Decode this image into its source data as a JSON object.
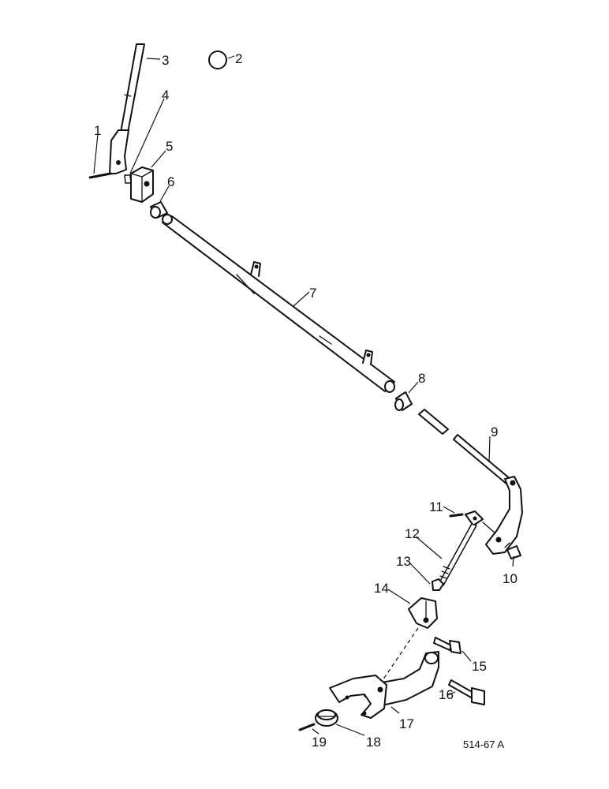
{
  "reference_code": "514-67 A",
  "callouts": [
    "1",
    "2",
    "3",
    "4",
    "5",
    "6",
    "7",
    "8",
    "9",
    "10",
    "11",
    "12",
    "13",
    "14",
    "15",
    "16",
    "17",
    "18",
    "19"
  ]
}
